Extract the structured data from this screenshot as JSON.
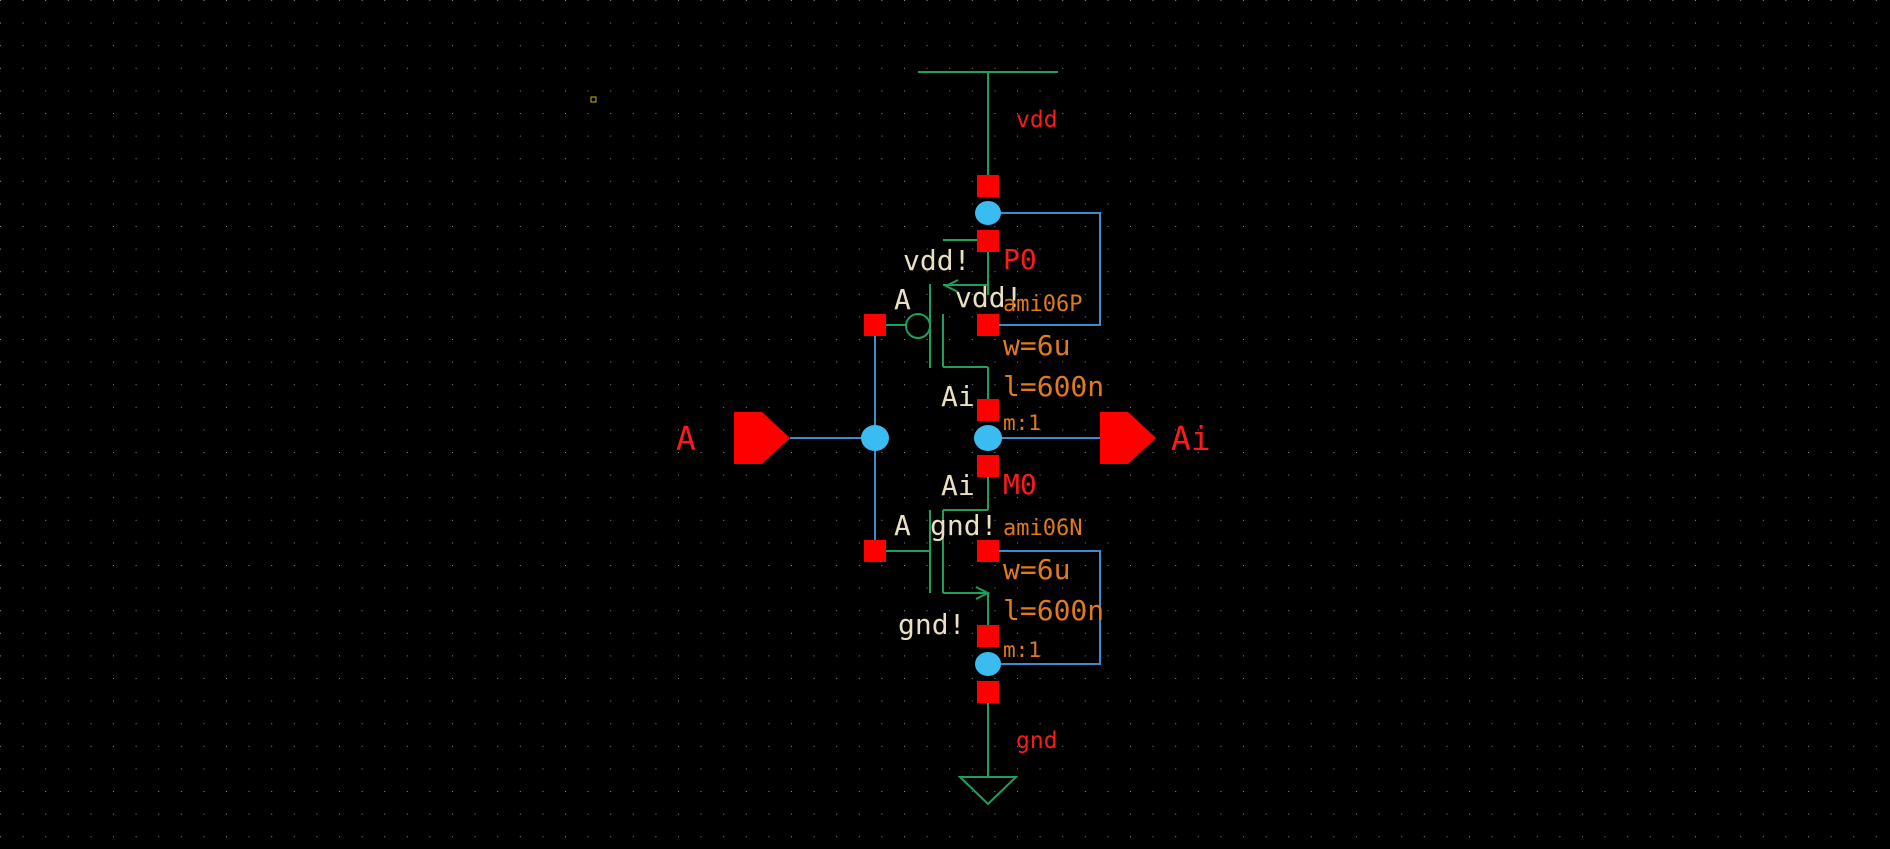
{
  "colors": {
    "background": "#000000",
    "grid_dot": "#8a8a8a",
    "wire": "#3a8ecf",
    "device": "#1ea05a",
    "pin": "#ff0000",
    "junction": "#3bbcf0",
    "pin_label": "#ff1a1a",
    "param_label": "#e07a1a",
    "terminal_label": "#e8e0c0"
  },
  "supplies": {
    "vdd_label": "vdd",
    "gnd_label": "gnd"
  },
  "pmos": {
    "instance": "P0",
    "model": "ami06P",
    "width": "w=6u",
    "length": "l=600n",
    "mult": "m:1",
    "gate_term": "A",
    "bulk_term": "vdd!",
    "source_term": "vdd!",
    "drain_term": "Ai"
  },
  "nmos": {
    "instance": "M0",
    "model": "ami06N",
    "width": "w=6u",
    "length": "l=600n",
    "mult": "m:1",
    "gate_term": "A",
    "bulk_term": "gnd!",
    "source_term": "gnd!",
    "drain_term": "Ai"
  },
  "ports": {
    "input_label": "A",
    "output_label": "Ai"
  }
}
